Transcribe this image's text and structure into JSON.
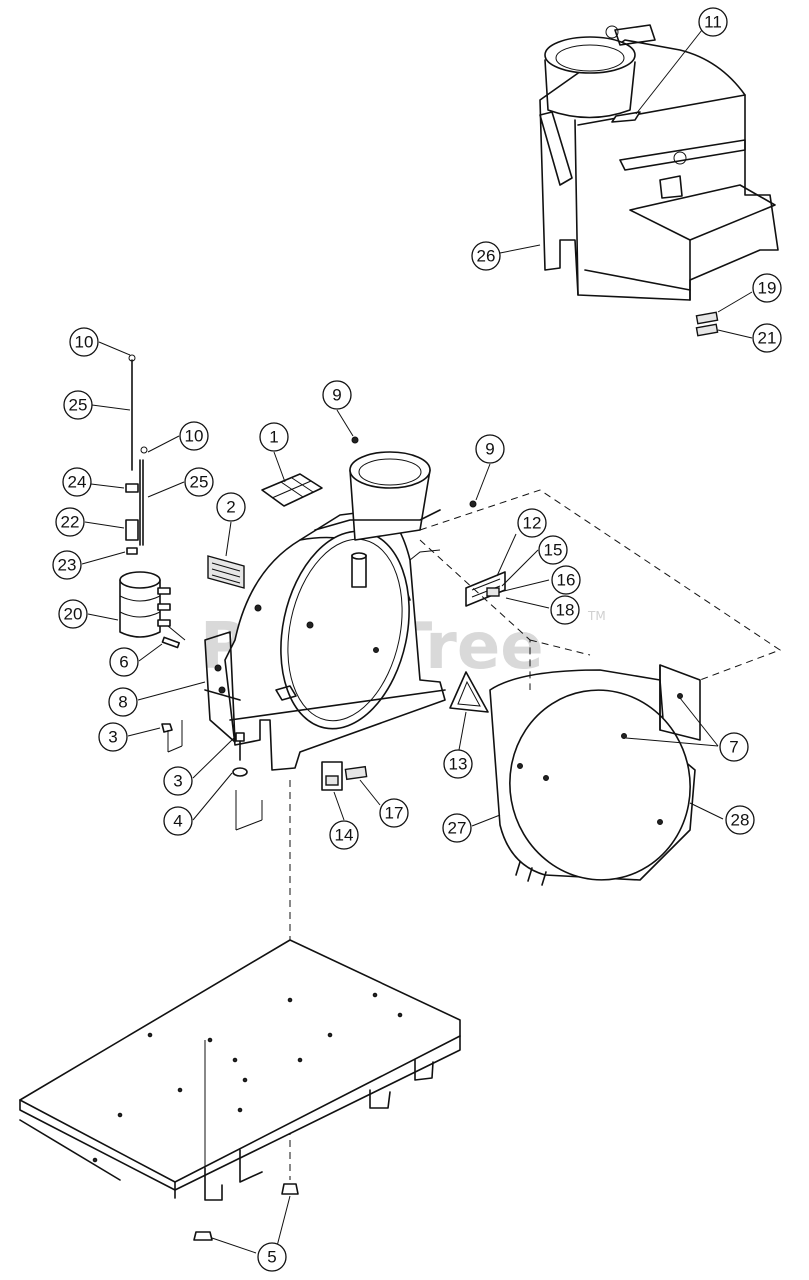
{
  "watermark": {
    "text": "PartsTree",
    "tm": "TM"
  },
  "callouts": [
    {
      "label": "11"
    },
    {
      "label": "26"
    },
    {
      "label": "19"
    },
    {
      "label": "21"
    },
    {
      "label": "10"
    },
    {
      "label": "25"
    },
    {
      "label": "10"
    },
    {
      "label": "24"
    },
    {
      "label": "25"
    },
    {
      "label": "22"
    },
    {
      "label": "23"
    },
    {
      "label": "20"
    },
    {
      "label": "6"
    },
    {
      "label": "8"
    },
    {
      "label": "3"
    },
    {
      "label": "3"
    },
    {
      "label": "4"
    },
    {
      "label": "1"
    },
    {
      "label": "2"
    },
    {
      "label": "9"
    },
    {
      "label": "9"
    },
    {
      "label": "12"
    },
    {
      "label": "15"
    },
    {
      "label": "16"
    },
    {
      "label": "18"
    },
    {
      "label": "13"
    },
    {
      "label": "14"
    },
    {
      "label": "17"
    },
    {
      "label": "7"
    },
    {
      "label": "27"
    },
    {
      "label": "28"
    },
    {
      "label": "5"
    }
  ]
}
